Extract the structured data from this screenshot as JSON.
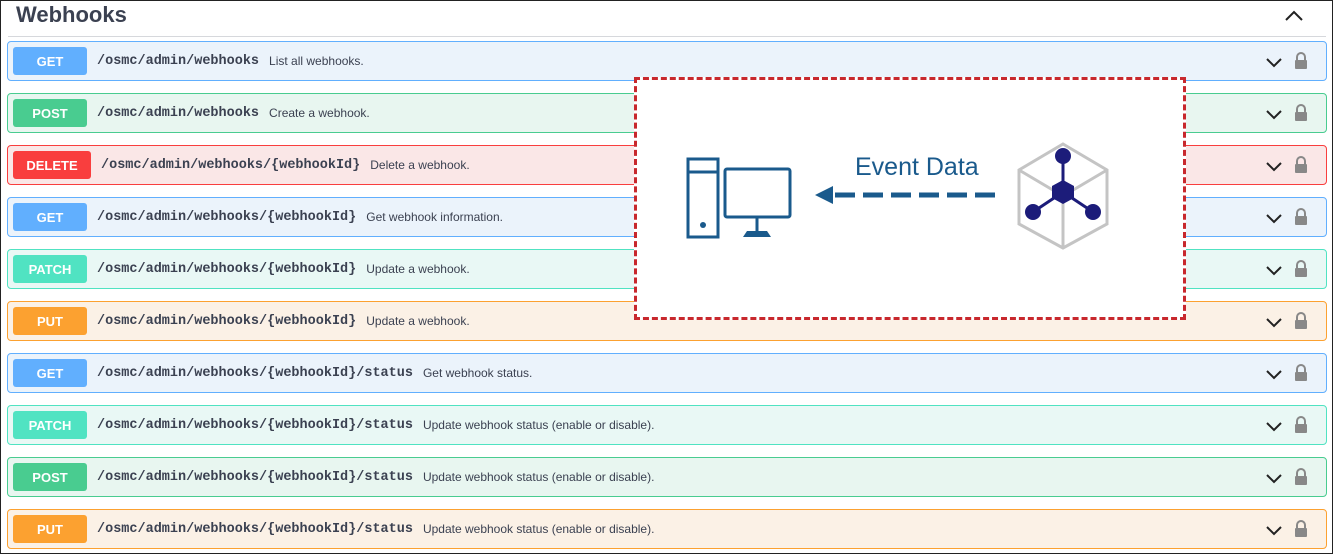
{
  "section": {
    "title": "Webhooks"
  },
  "operations": [
    {
      "method": "GET",
      "kind": "get",
      "path": "/osmc/admin/webhooks",
      "description": "List all webhooks."
    },
    {
      "method": "POST",
      "kind": "post",
      "path": "/osmc/admin/webhooks",
      "description": "Create a webhook."
    },
    {
      "method": "DELETE",
      "kind": "delete",
      "path": "/osmc/admin/webhooks/{webhookId}",
      "description": "Delete a webhook."
    },
    {
      "method": "GET",
      "kind": "get",
      "path": "/osmc/admin/webhooks/{webhookId}",
      "description": "Get webhook information."
    },
    {
      "method": "PATCH",
      "kind": "patch",
      "path": "/osmc/admin/webhooks/{webhookId}",
      "description": "Update a webhook."
    },
    {
      "method": "PUT",
      "kind": "put",
      "path": "/osmc/admin/webhooks/{webhookId}",
      "description": "Update a webhook."
    },
    {
      "method": "GET",
      "kind": "get",
      "path": "/osmc/admin/webhooks/{webhookId}/status",
      "description": "Get webhook status."
    },
    {
      "method": "PATCH",
      "kind": "patch",
      "path": "/osmc/admin/webhooks/{webhookId}/status",
      "description": "Update webhook status (enable or disable)."
    },
    {
      "method": "POST",
      "kind": "post",
      "path": "/osmc/admin/webhooks/{webhookId}/status",
      "description": "Update webhook status (enable or disable)."
    },
    {
      "method": "PUT",
      "kind": "put",
      "path": "/osmc/admin/webhooks/{webhookId}/status",
      "description": "Update webhook status (enable or disable)."
    }
  ],
  "overlay": {
    "label": "Event Data",
    "icons": [
      "computer-icon",
      "arrow-left-icon",
      "network-cube-icon"
    ],
    "colors": {
      "border": "#c8282d",
      "icon": "#1a5a8c",
      "cube_node": "#1c1c7a"
    }
  },
  "icons": {
    "collapse": "chevron-up-icon",
    "expand": "chevron-down-icon",
    "lock": "lock-icon"
  },
  "colors": {
    "get": "#61affe",
    "post": "#49cc90",
    "delete": "#f93e3e",
    "patch": "#50e3c2",
    "put": "#fca130"
  }
}
